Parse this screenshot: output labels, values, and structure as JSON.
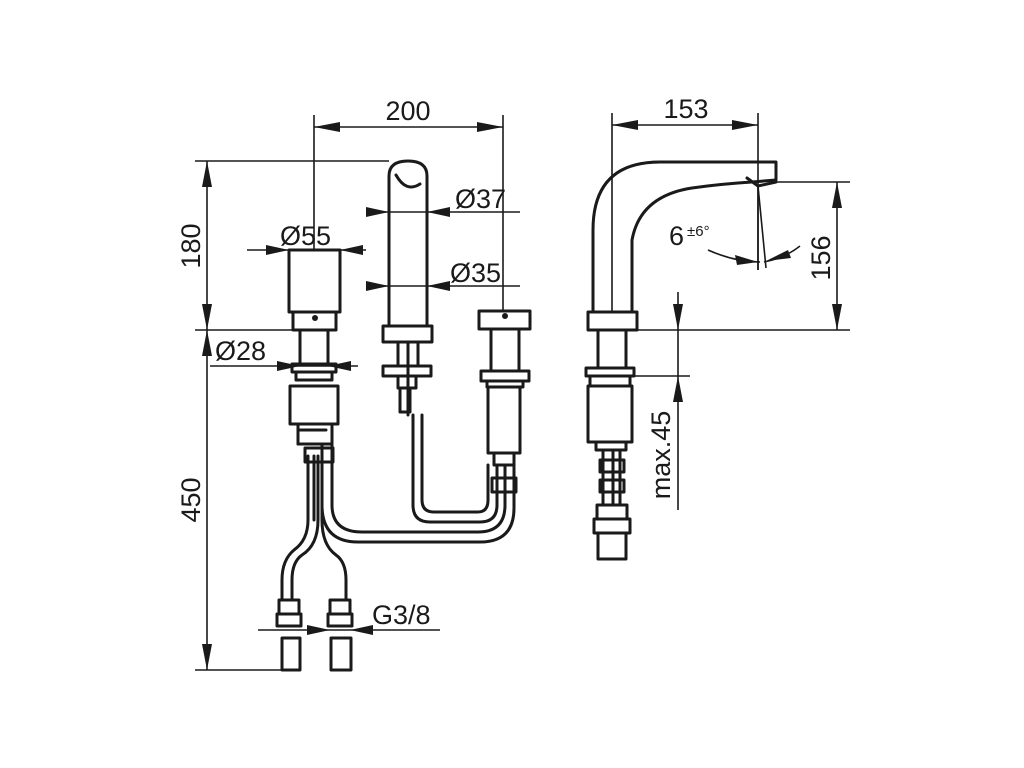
{
  "dimensions": {
    "width_top": "200",
    "spout_dia_top": "Ø37",
    "spout_dia_bottom": "Ø35",
    "handle_dia": "Ø55",
    "shank_dia": "Ø28",
    "height_above_deck": "180",
    "hose_length": "450",
    "connection_thread": "G3/8",
    "side_reach": "153",
    "side_height": "156",
    "angle_base": "6",
    "angle_tol": "±6°",
    "deck_thickness": "max.45"
  }
}
